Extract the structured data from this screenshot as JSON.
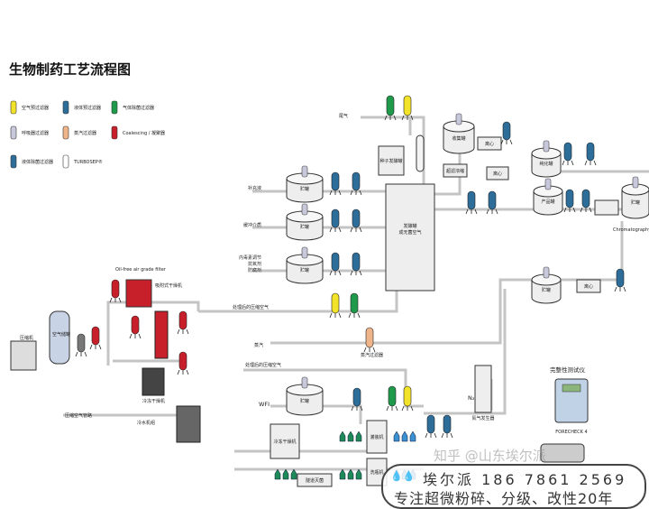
{
  "title": "生物制药工艺流程图",
  "colors": {
    "liquid_filter": "#2d6d99",
    "gas_sterile": "#1f9a4a",
    "air_prefilter": "#f2e22a",
    "vent": "#c8c8dc",
    "steam": "#f0b48a",
    "coalescer": "#c8202a",
    "pipe": "#c4c4c4"
  },
  "legend": [
    {
      "label": "空气预过滤器",
      "icon": "yellow-filter-icon"
    },
    {
      "label": "液体预过滤器",
      "icon": "blue-filter-icon"
    },
    {
      "label": "气体除菌过滤器",
      "icon": "green-filter-icon"
    },
    {
      "label": "呼吸器过滤器",
      "icon": "vent-filter-icon"
    },
    {
      "label": "蒸汽过滤器",
      "icon": "steam-filter-icon"
    },
    {
      "label": "Coalescing / 凝聚器",
      "icon": "coalescer-icon"
    },
    {
      "label": "液体除菌过滤器",
      "icon": "sterile-liquid-filter-icon"
    },
    {
      "label": "TURBOSEP®",
      "icon": "turbosep-icon"
    }
  ],
  "labels": {
    "feed1": "补充液",
    "feed2": "缓冲介质",
    "feed3a": "内毒素调节",
    "feed3b": "抗氧剂",
    "feed3c": "防腐剂",
    "tank": "贮罐",
    "fermenter_a": "发酵罐",
    "fermenter_b": "成无菌空气",
    "seed": "种子发酵罐",
    "exhaust": "尾气",
    "air1": "处理后的压缩空气",
    "air2": "处理后的压缩空气",
    "steam": "蒸汽",
    "wfi": "WFI",
    "n2": "N₂",
    "tester": "完整性测试仪",
    "tester_model": "FORECHECK 4",
    "chroma": "Chromatography",
    "vent_f": "呼吸器过滤器",
    "liq_pre": "液体预过滤器",
    "liq_ster": "液体除菌过滤器",
    "air_pre": "空气预过滤器",
    "gas_ster": "气体除菌过滤器",
    "steam_f": "蒸汽过滤器",
    "compressor": "压缩机",
    "air_tank": "空气储罐",
    "dryer_ads": "吸附式干燥机",
    "dryer_frz": "冷冻干燥机",
    "chiller": "冷水机组",
    "main_line": "压缩空气管路",
    "centrifuge": "离心",
    "uf": "超滤浓缩",
    "collect": "收集罐",
    "purify": "纯化罐",
    "product": "产品罐",
    "lyo": "冷冻干燥机",
    "filling": "灌装机",
    "washer": "洗瓶机",
    "tunnel": "隧道灭菌",
    "n2gen": "氮气发生器",
    "oil": "Oil-free air grade filter"
  },
  "watermark": {
    "brand": "埃尔派",
    "phone": "186 7861 2569",
    "slogan": "专注超微粉碎、分级、改性20年",
    "overlay": "知乎 @山东埃尔派"
  }
}
